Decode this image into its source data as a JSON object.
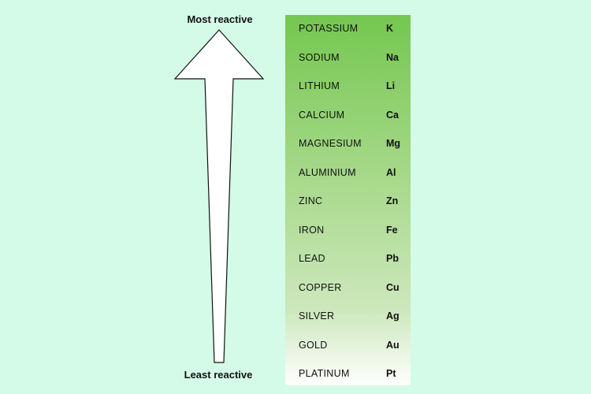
{
  "labels": {
    "top": "Most reactive",
    "bottom": "Least reactive"
  },
  "colors": {
    "background": "#d4fbe7",
    "table_top": "#74c750",
    "table_bottom": "#ffffff"
  },
  "elements": [
    {
      "name": "POTASSIUM",
      "symbol": "K"
    },
    {
      "name": "SODIUM",
      "symbol": "Na"
    },
    {
      "name": "LITHIUM",
      "symbol": "Li"
    },
    {
      "name": "CALCIUM",
      "symbol": "Ca"
    },
    {
      "name": "MAGNESIUM",
      "symbol": "Mg"
    },
    {
      "name": "ALUMINIUM",
      "symbol": "Al"
    },
    {
      "name": "ZINC",
      "symbol": "Zn"
    },
    {
      "name": "IRON",
      "symbol": "Fe"
    },
    {
      "name": "LEAD",
      "symbol": "Pb"
    },
    {
      "name": "COPPER",
      "symbol": "Cu"
    },
    {
      "name": "SILVER",
      "symbol": "Ag"
    },
    {
      "name": "GOLD",
      "symbol": "Au"
    },
    {
      "name": "PLATINUM",
      "symbol": "Pt"
    }
  ]
}
